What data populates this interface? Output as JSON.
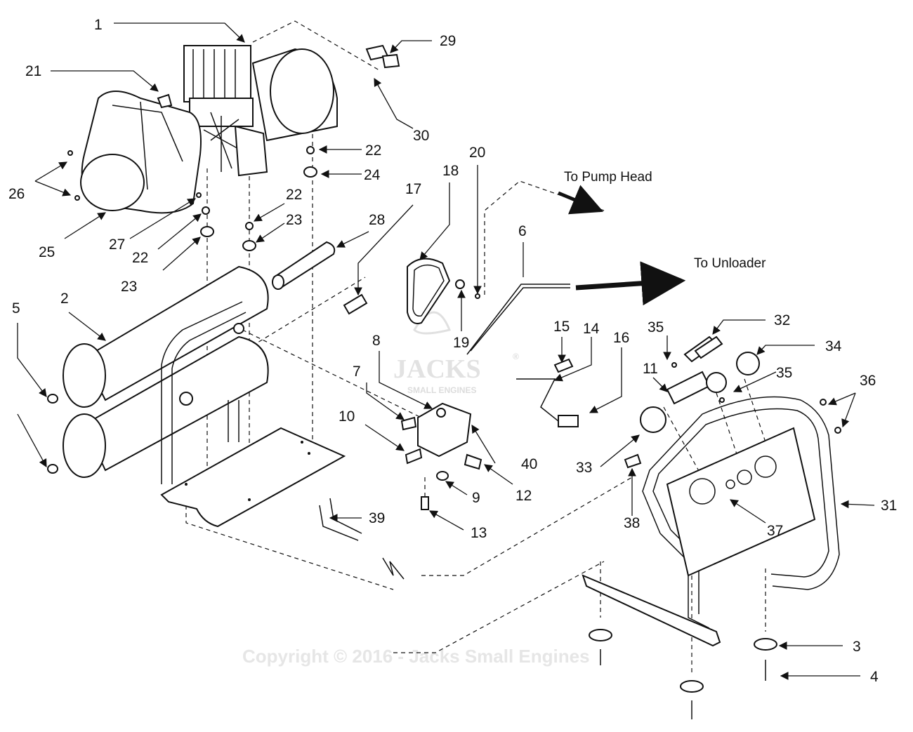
{
  "diagram": {
    "direction_labels": {
      "pump_head": "To Pump Head",
      "unloader": "To Unloader"
    },
    "part_numbers": [
      "1",
      "29",
      "21",
      "30",
      "22",
      "24",
      "26",
      "25",
      "27",
      "22",
      "23",
      "22",
      "23",
      "28",
      "17",
      "18",
      "20",
      "19",
      "6",
      "2",
      "5",
      "8",
      "7",
      "10",
      "15",
      "14",
      "16",
      "35",
      "32",
      "34",
      "11",
      "35",
      "36",
      "40",
      "12",
      "9",
      "13",
      "39",
      "33",
      "38",
      "37",
      "31",
      "3",
      "4"
    ],
    "watermark": {
      "copyright": "Copyright © 2016 - Jacks Small Engines",
      "logo_main": "JACKS",
      "logo_sub": "SMALL ENGINES",
      "logo_mark": "®"
    }
  }
}
